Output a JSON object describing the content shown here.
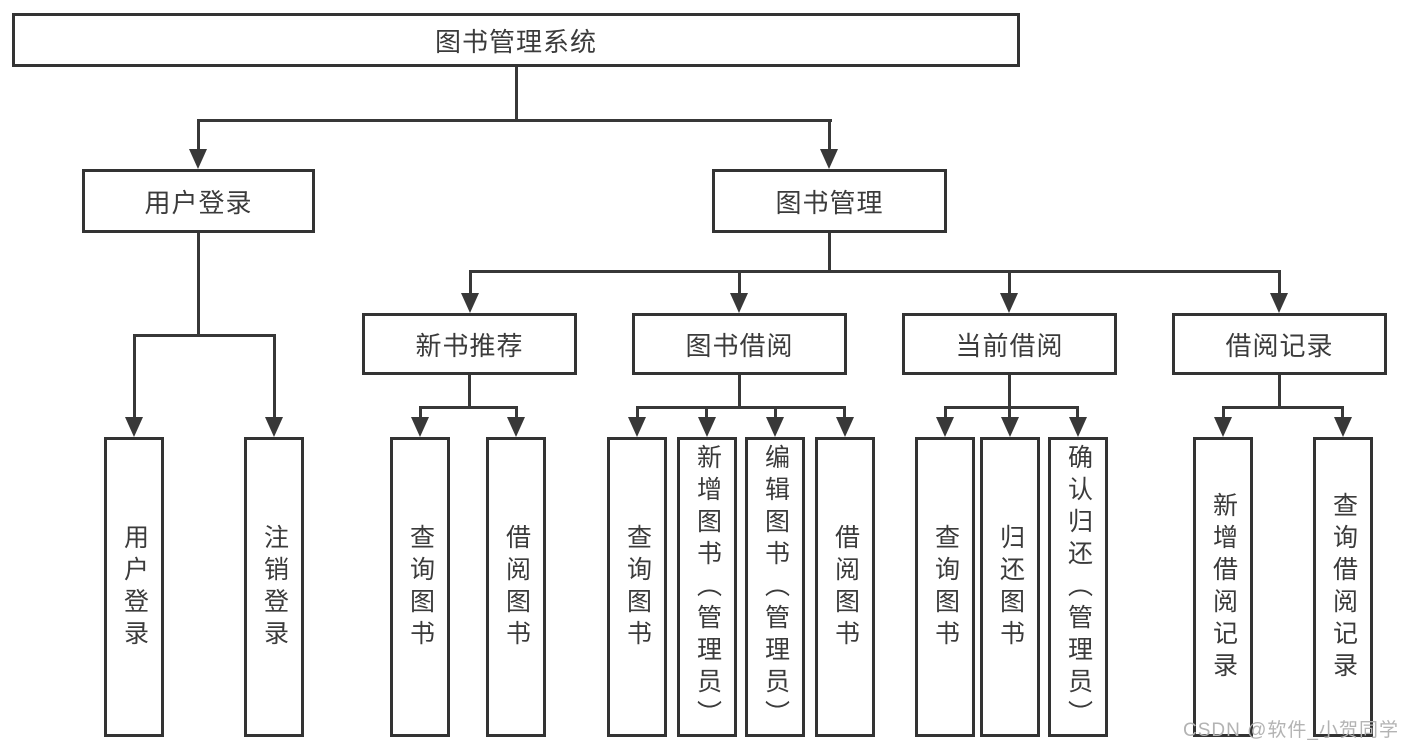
{
  "diagram_title": "图书管理系统",
  "tree": {
    "label": "图书管理系统",
    "children": [
      {
        "label": "用户登录",
        "children": [
          {
            "label": "用户登录"
          },
          {
            "label": "注销登录"
          }
        ]
      },
      {
        "label": "图书管理",
        "children": [
          {
            "label": "新书推荐",
            "children": [
              {
                "label": "查询图书"
              },
              {
                "label": "借阅图书"
              }
            ]
          },
          {
            "label": "图书借阅",
            "children": [
              {
                "label": "查询图书"
              },
              {
                "label": "新增图书（管理员）"
              },
              {
                "label": "编辑图书（管理员）"
              },
              {
                "label": "借阅图书"
              }
            ]
          },
          {
            "label": "当前借阅",
            "children": [
              {
                "label": "查询图书"
              },
              {
                "label": "归还图书"
              },
              {
                "label": "确认归还（管理员）"
              }
            ]
          },
          {
            "label": "借阅记录",
            "children": [
              {
                "label": "新增借阅记录"
              },
              {
                "label": "查询借阅记录"
              }
            ]
          }
        ]
      }
    ]
  },
  "watermark": {
    "text": "CSDN @软件_小贺同学",
    "color": "#b3b3b3"
  },
  "colors": {
    "background": "#ffffff",
    "line": "#383838",
    "box_border": "#333333",
    "text": "#3b3b3b"
  }
}
